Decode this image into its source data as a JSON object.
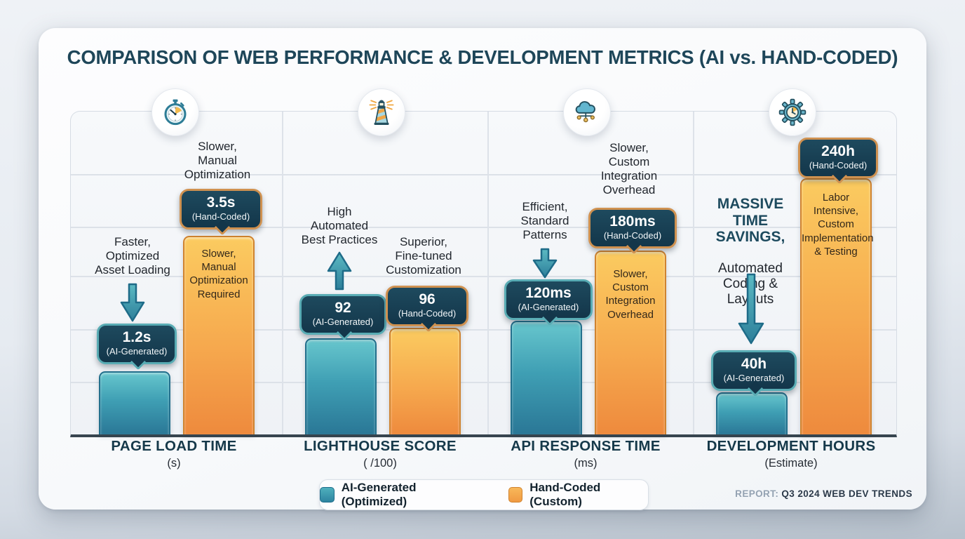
{
  "title": "COMPARISON OF WEB PERFORMANCE & DEVELOPMENT METRICS (AI vs. HAND-CODED)",
  "legend": {
    "ai_label": "AI-Generated (Optimized)",
    "hand_label": "Hand-Coded (Custom)"
  },
  "report": {
    "label": "REPORT:",
    "value": "Q3 2024 WEB DEV TRENDS"
  },
  "colors": {
    "ai_accent": "#3f9fb4",
    "hand_accent": "#f5a04a",
    "badge_fill": "#16384a",
    "title_text": "#1e4659",
    "axis_line": "#37454f"
  },
  "metrics": [
    {
      "name": "PAGE LOAD TIME",
      "unit": "(s)",
      "icon": "stopwatch-icon",
      "ai": {
        "value": "1.2s",
        "tag": "(AI-Generated)",
        "annotation": "Faster,\nOptimized\nAsset Loading"
      },
      "hand": {
        "value": "3.5s",
        "tag": "(Hand-Coded)",
        "annotation": "Slower,\nManual\nOptimization",
        "bar_text": "Slower,\nManual\nOptimization\nRequired"
      }
    },
    {
      "name": "LIGHTHOUSE SCORE",
      "unit": "( /100)",
      "icon": "lighthouse-icon",
      "ai": {
        "value": "92",
        "tag": "(AI-Generated)",
        "annotation": "High\nAutomated\nBest Practices"
      },
      "hand": {
        "value": "96",
        "tag": "(Hand-Coded)",
        "annotation": "Superior,\nFine-tuned\nCustomization"
      }
    },
    {
      "name": "API RESPONSE TIME",
      "unit": "(ms)",
      "icon": "cloud-network-icon",
      "ai": {
        "value": "120ms",
        "tag": "(AI-Generated)",
        "annotation": "Efficient,\nStandard\nPatterns"
      },
      "hand": {
        "value": "180ms",
        "tag": "(Hand-Coded)",
        "annotation": "Slower,\nCustom\nIntegration\nOverhead",
        "bar_text": "Slower,\nCustom\nIntegration\nOverhead"
      }
    },
    {
      "name": "DEVELOPMENT HOURS",
      "unit": "(Estimate)",
      "icon": "gear-clock-icon",
      "ai": {
        "value": "40h",
        "tag": "(AI-Generated)",
        "annotation_bold": "MASSIVE\nTIME\nSAVINGS,",
        "annotation": "Automated\nCoding &\nLayouts"
      },
      "hand": {
        "value": "240h",
        "tag": "(Hand-Coded)",
        "bar_text": "Labor\nIntensive,\nCustom\nImplementation\n& Testing"
      }
    }
  ],
  "chart_data": {
    "type": "bar",
    "title": "Comparison of Web Performance & Development Metrics (AI vs. Hand-Coded)",
    "categories": [
      "Page Load Time (s)",
      "Lighthouse Score ( /100)",
      "API Response Time (ms)",
      "Development Hours (Estimate)"
    ],
    "series": [
      {
        "name": "AI-Generated (Optimized)",
        "color": "#3f9fb4",
        "values": [
          1.2,
          92,
          120,
          40
        ]
      },
      {
        "name": "Hand-Coded (Custom)",
        "color": "#f5a04a",
        "values": [
          3.5,
          96,
          180,
          240
        ]
      }
    ],
    "value_labels": [
      [
        "1.2s (AI-Generated)",
        "92 (AI-Generated)",
        "120ms (AI-Generated)",
        "40h (AI-Generated)"
      ],
      [
        "3.5s (Hand-Coded)",
        "96 (Hand-Coded)",
        "180ms (Hand-Coded)",
        "240h (Hand-Coded)"
      ]
    ],
    "annotations": [
      "Faster, Optimized Asset Loading",
      "Slower, Manual Optimization (Required)",
      "High Automated Best Practices",
      "Superior, Fine-tuned Customization",
      "Efficient, Standard Patterns",
      "Slower, Custom Integration Overhead",
      "Massive Time Savings, Automated Coding & Layouts",
      "Labor Intensive, Custom Implementation & Testing"
    ],
    "grid": true,
    "legend_position": "bottom",
    "note": "each metric uses its own implicit scale",
    "source": "REPORT: Q3 2024 WEB DEV TRENDS"
  }
}
